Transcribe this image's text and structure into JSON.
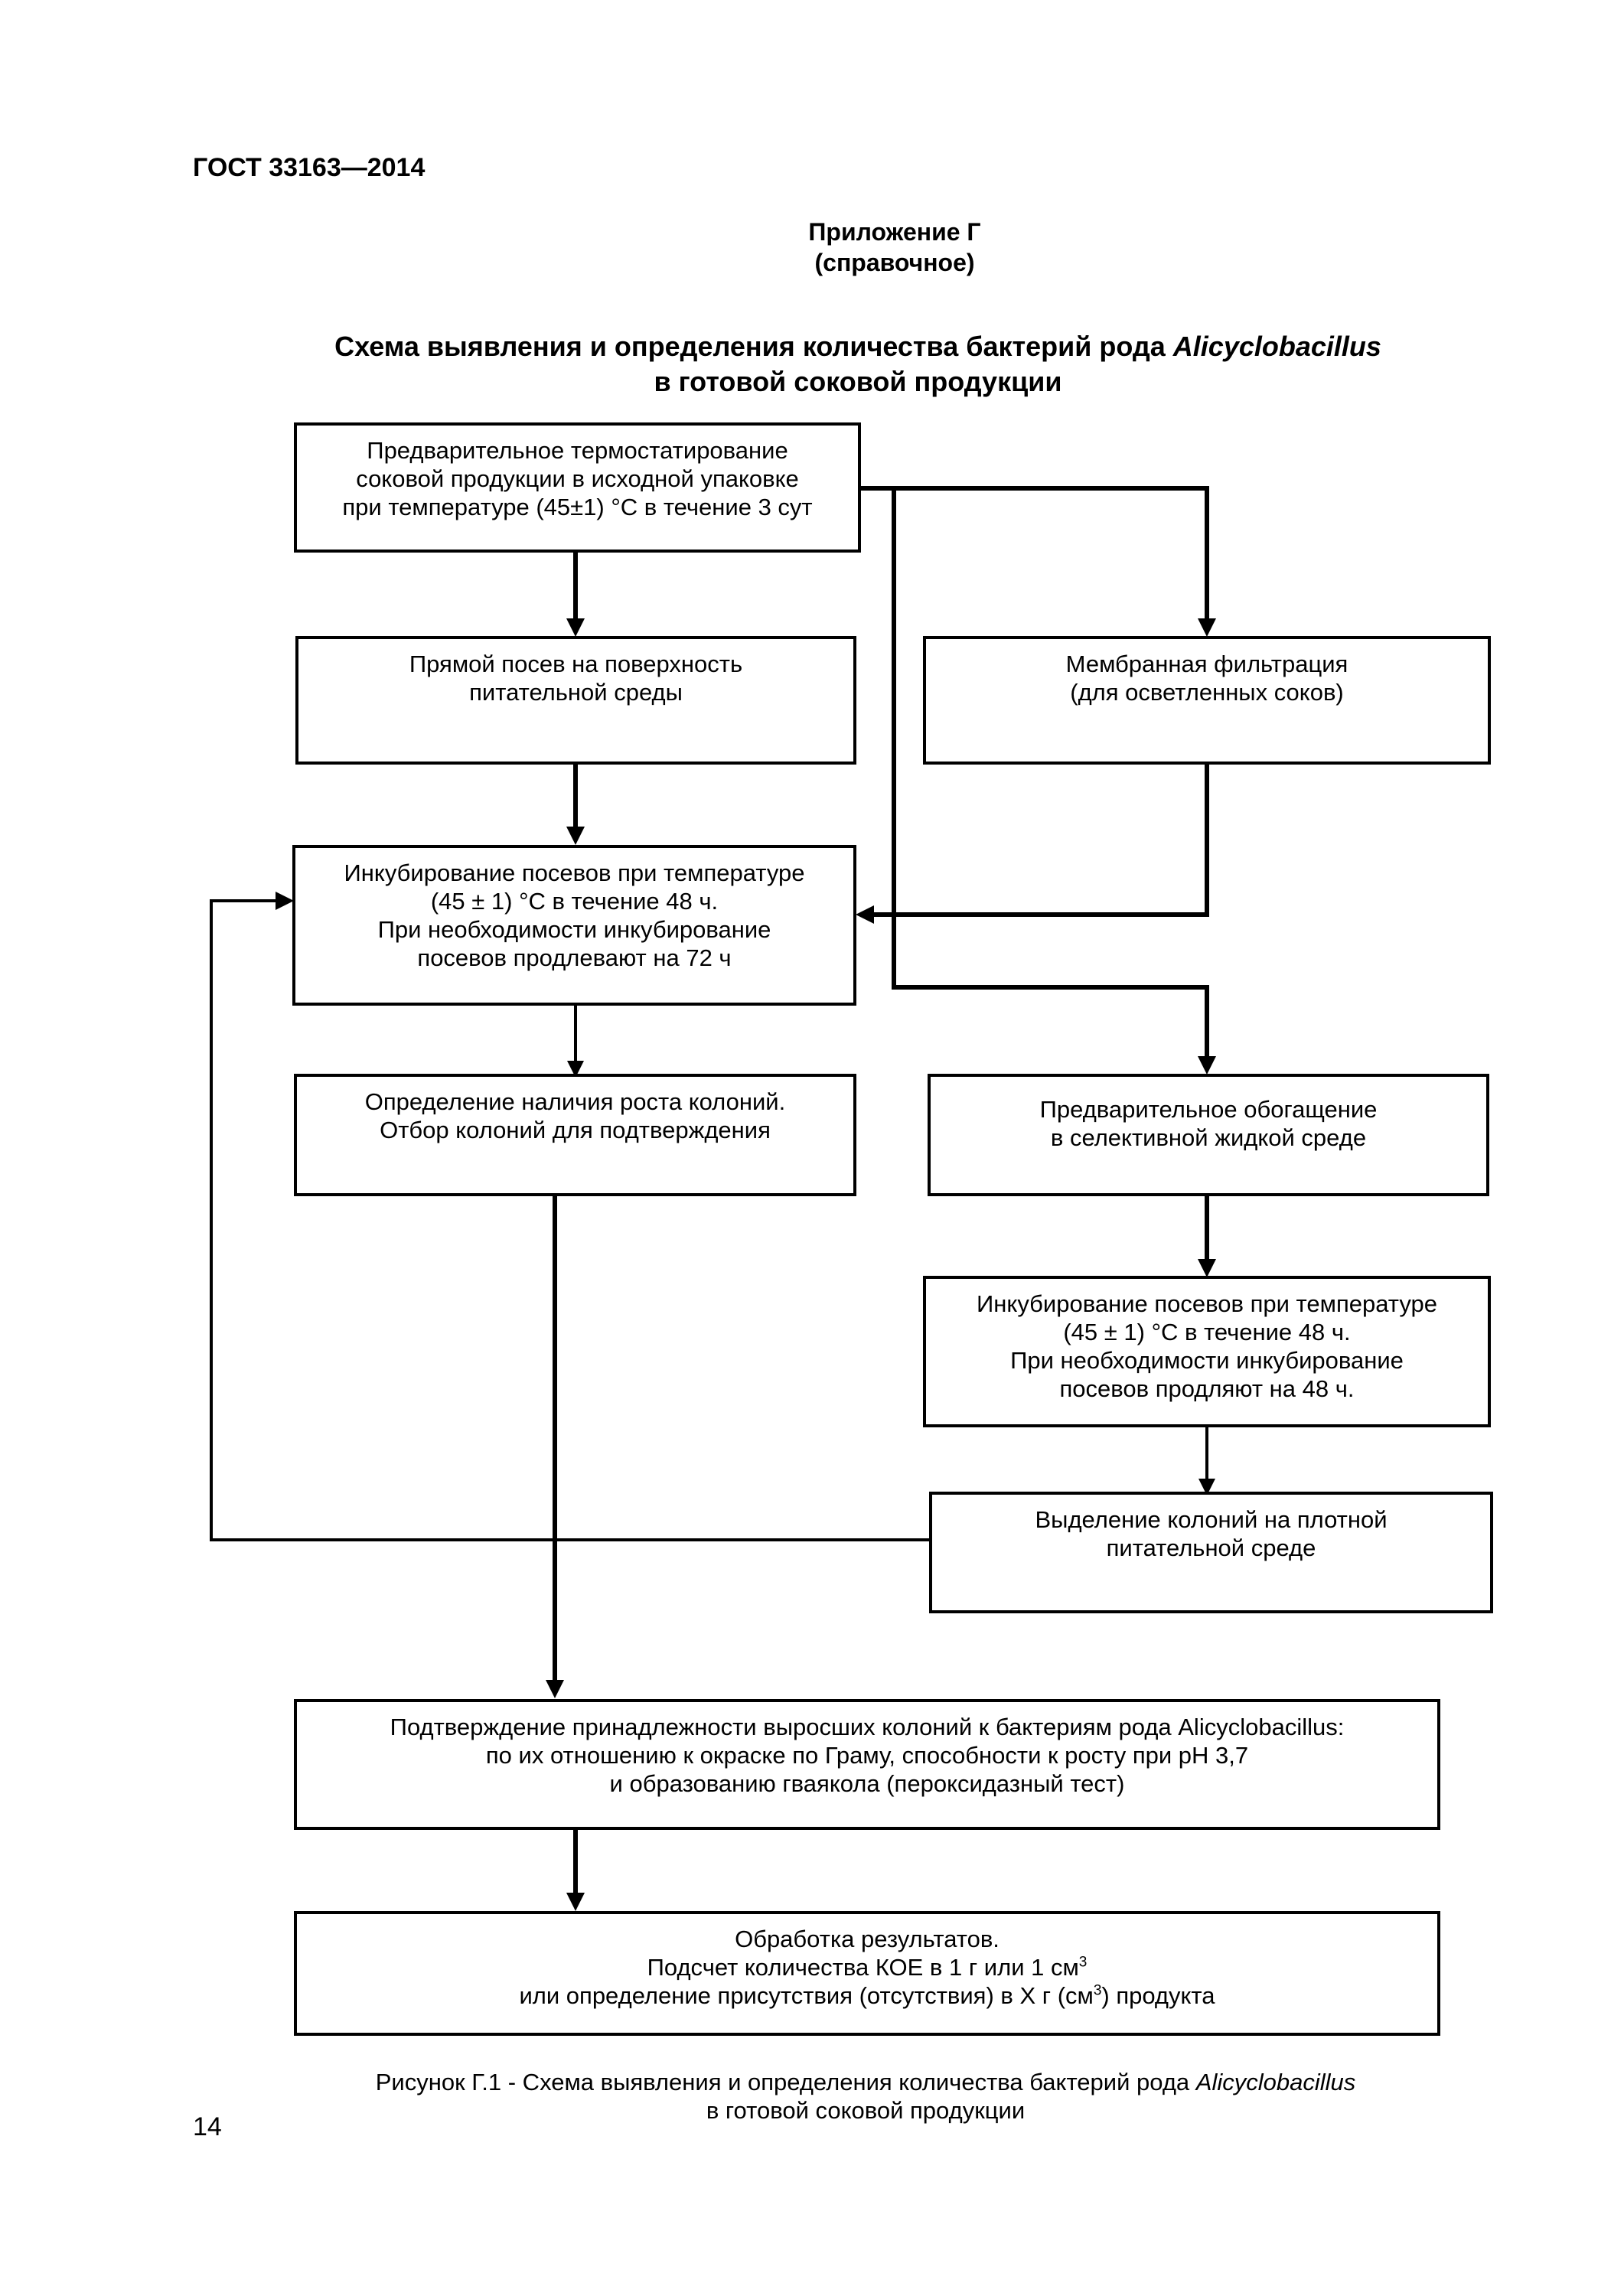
{
  "document": {
    "code": "ГОСТ 33163—2014",
    "appendix_title": "Приложение Г",
    "appendix_note": "(справочное)",
    "title_part1": "Схема выявления и определения количества бактерий рода ",
    "title_genus": "Alicyclobacillus",
    "title_line2": "в готовой соковой продукции",
    "page_number": "14"
  },
  "flowchart": {
    "preincubation": [
      "Предварительное термостатирование",
      "соковой продукции в исходной упаковке",
      "при температуре (45±1) °С в течение 3 сут"
    ],
    "direct_plating": [
      "Прямой посев на поверхность",
      "питательной среды"
    ],
    "membrane_filtration": [
      "Мембранная фильтрация",
      "(для осветленных соков)"
    ],
    "incubation_1": [
      "Инкубирование посевов при температуре",
      "(45 ± 1) °С в течение 48 ч.",
      "При необходимости инкубирование",
      "посевов продлевают на 72 ч"
    ],
    "colony_detection": [
      "Определение наличия роста колоний.",
      "Отбор колоний для подтверждения"
    ],
    "enrichment": [
      "Предварительное обогащение",
      "в селективной жидкой среде"
    ],
    "incubation_2": [
      "Инкубирование посевов при температуре",
      "(45 ± 1) °С в течение 48 ч.",
      "При необходимости инкубирование",
      "посевов продляют на 48 ч."
    ],
    "colony_isolation": [
      "Выделение колоний на плотной",
      "питательной среде"
    ],
    "confirmation": [
      "Подтверждение принадлежности выросших колоний к бактериям рода Alicyclobacillus:",
      "по их отношению к окраске по Граму, способности к росту при рН 3,7",
      "и образованию гваякола (пероксидазный тест)"
    ],
    "results": {
      "line1": "Обработка результатов.",
      "line2": "Подсчет количества КОЕ в 1 г или 1 см",
      "line2_sup": "3",
      "line3a": "или определение присутствия (отсутствия) в X г (см",
      "line3_sup": "3",
      "line3b": ") продукта"
    }
  },
  "caption": {
    "part1": "Рисунок Г.1 - Схема выявления и определения количества бактерий рода ",
    "genus": "Alicyclobacillus",
    "line2": "в готовой соковой продукции"
  }
}
